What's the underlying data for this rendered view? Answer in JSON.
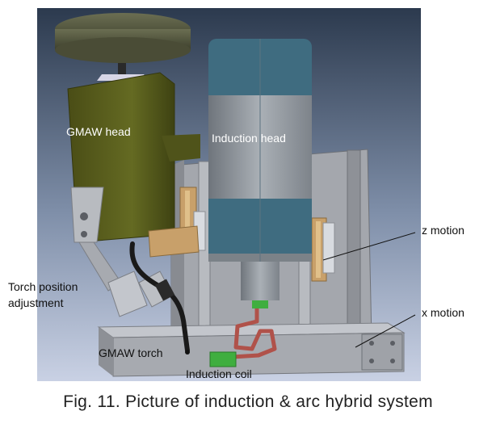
{
  "figure": {
    "labels": {
      "gmaw_head": "GMAW head",
      "induction_head": "Induction head",
      "z_motion": "z motion",
      "torch_position_line1": "Torch position",
      "torch_position_line2": "adjustment",
      "x_motion": "x motion",
      "gmaw_torch": "GMAW torch",
      "induction_coil": "Induction coil"
    },
    "caption": "Fig. 11. Picture of induction & arc hybrid system"
  },
  "colors": {
    "background_top": "#2c3a4e",
    "background_bottom": "#c9d1e4",
    "gmaw_head": "#5a5e1e",
    "induction_head_body": "#8d939a",
    "induction_head_bands": "#3f6c80",
    "frame": "#9fa2a8",
    "motion_blocks": "#c8a06a",
    "coil": "#b0524a",
    "coil_connector": "#3fae3f",
    "label_light": "#ffffff",
    "label_dark": "#111111"
  }
}
